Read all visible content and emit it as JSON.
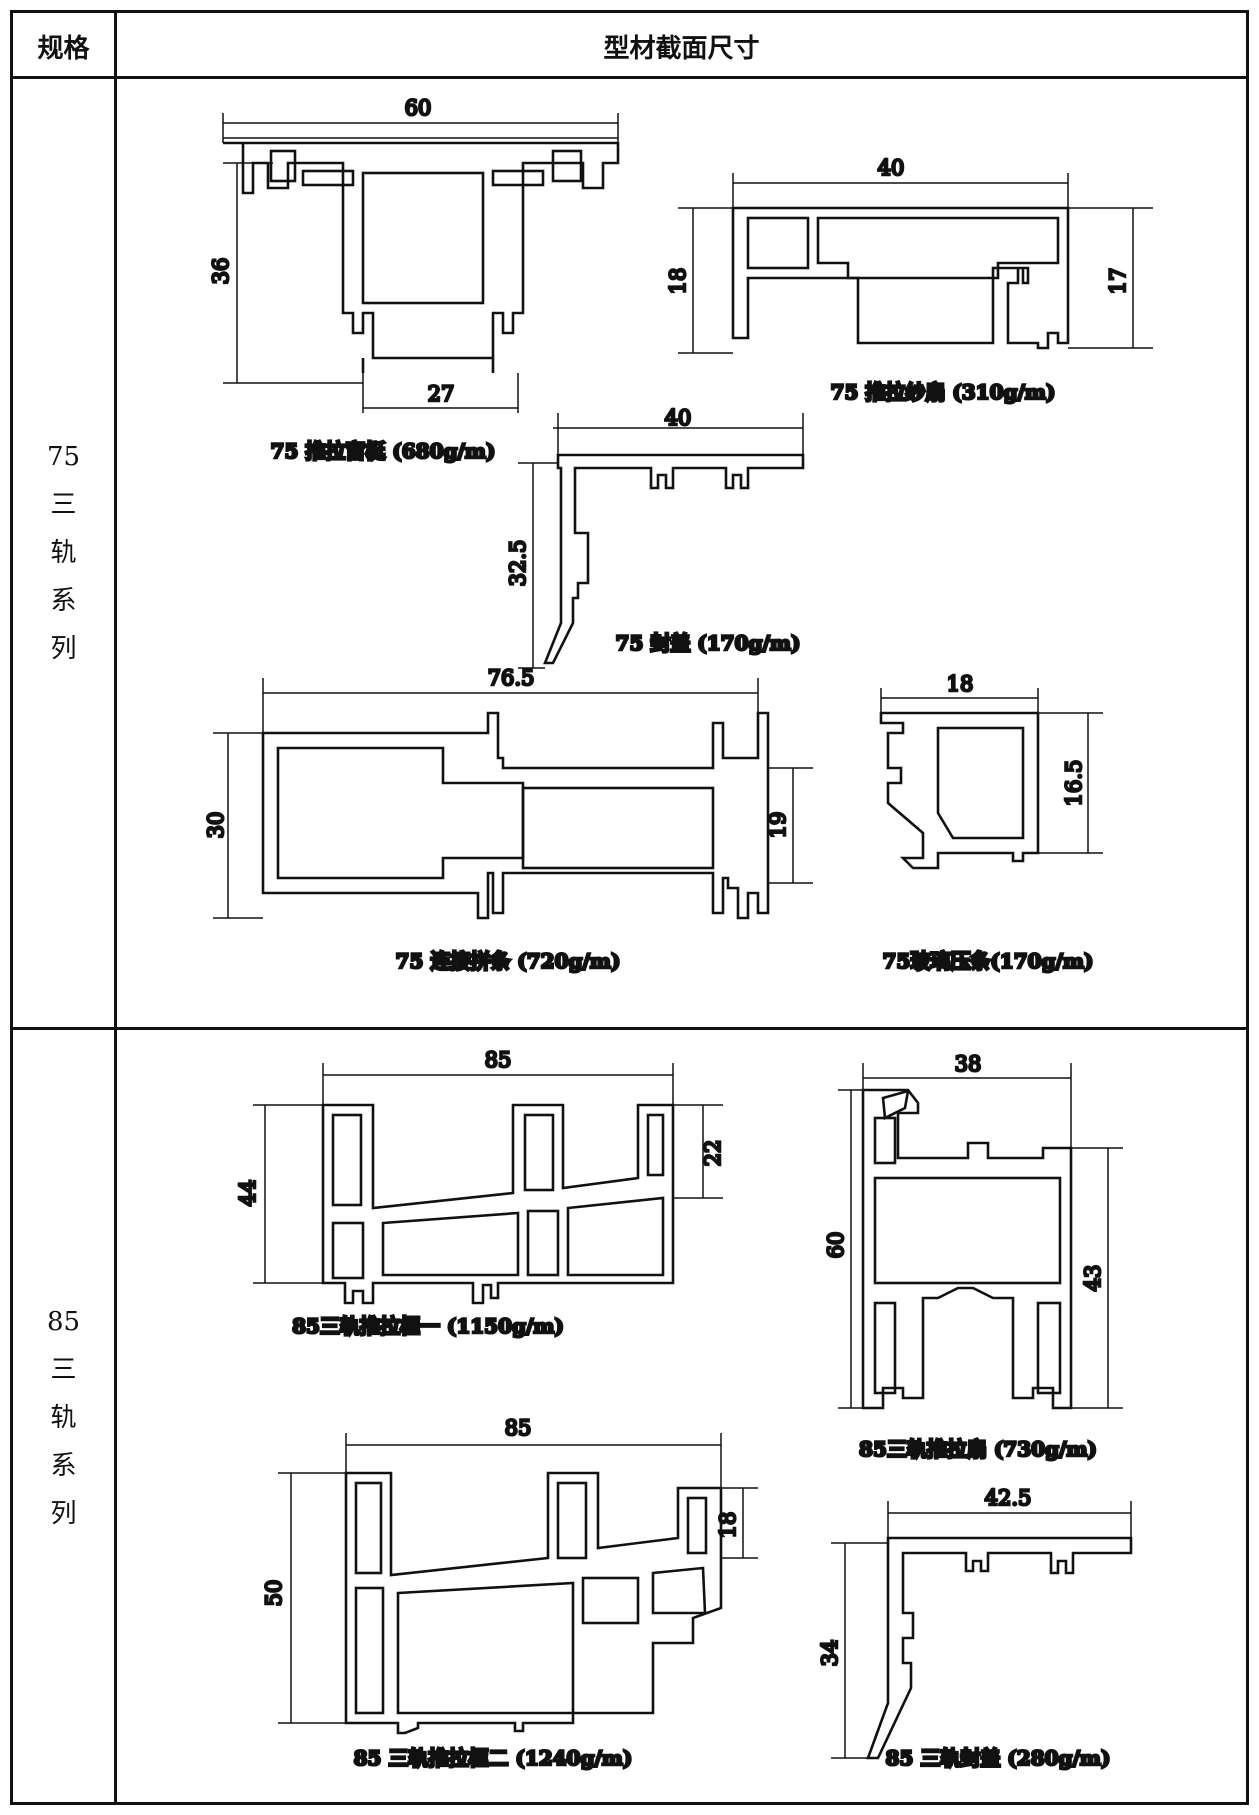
{
  "header": {
    "spec": "规格",
    "section": "型材截面尺寸"
  },
  "series": [
    {
      "chars": [
        "75",
        "三",
        "轨",
        "系",
        "列"
      ],
      "profiles": [
        {
          "caption": "75 推拉窗梃 (680g/m)",
          "dims": [
            "60",
            "36",
            "27"
          ]
        },
        {
          "caption": "75 推拉纱扇 (310g/m)",
          "dims": [
            "40",
            "18",
            "17"
          ]
        },
        {
          "caption": "75 封盖 (170g/m)",
          "dims": [
            "40",
            "32.5"
          ]
        },
        {
          "caption": "75 连接拼条 (720g/m)",
          "dims": [
            "76.5",
            "30",
            "19"
          ]
        },
        {
          "caption": "75玻璃压条(170g/m)",
          "dims": [
            "18",
            "16.5"
          ]
        }
      ]
    },
    {
      "chars": [
        "85",
        "三",
        "轨",
        "系",
        "列"
      ],
      "profiles": [
        {
          "caption": "85三轨推拉框一 (1150g/m)",
          "dims": [
            "85",
            "44",
            "22"
          ]
        },
        {
          "caption": "85三轨推拉扇 (730g/m)",
          "dims": [
            "38",
            "60",
            "43"
          ]
        },
        {
          "caption": "85 三轨推拉框二 (1240g/m)",
          "dims": [
            "85",
            "50",
            "18"
          ]
        },
        {
          "caption": "85 三轨封盖 (280g/m)",
          "dims": [
            "42.5",
            "34"
          ]
        }
      ]
    }
  ]
}
